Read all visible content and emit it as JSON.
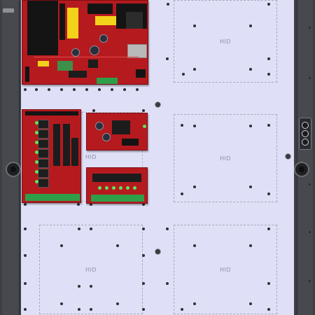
{
  "hid_slots": [
    {
      "label": "HID"
    },
    {
      "label": "HID"
    },
    {
      "label": "HID"
    },
    {
      "label": "HID"
    },
    {
      "label": "HID"
    }
  ],
  "colors": {
    "backplate": "#dfe0f7",
    "frame": "#3d3f44",
    "board_red": "#b51a1f",
    "led_green": "#5fe35a",
    "terminal_green": "#2f9e4a",
    "hid_label": "#8c8ea6"
  }
}
